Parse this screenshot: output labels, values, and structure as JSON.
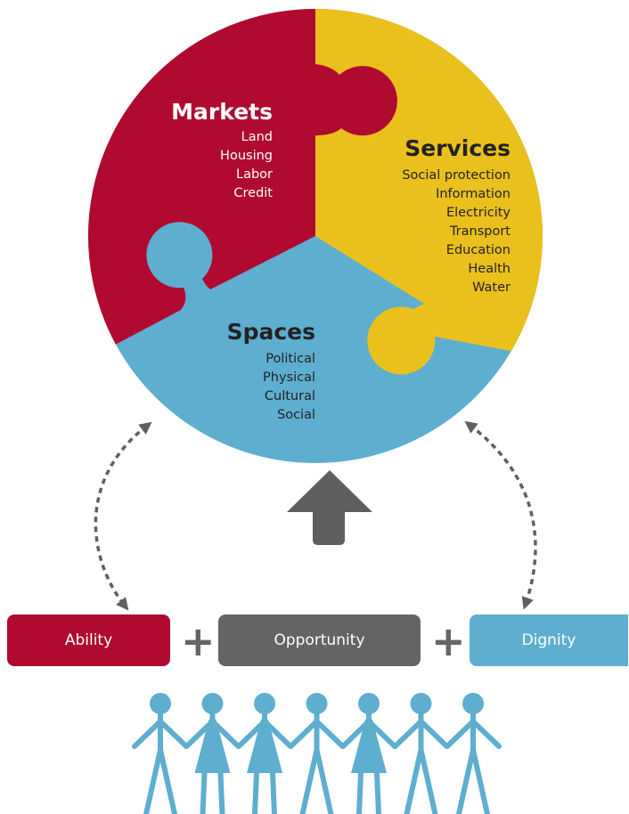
{
  "colors": {
    "markets": "#b00a30",
    "services": "#eac11c",
    "spaces": "#5eaed0",
    "opportunity": "#646466",
    "arrow": "#5f5f61",
    "people": "#5eaed0"
  },
  "markets": {
    "title": "Markets",
    "items": [
      "Land",
      "Housing",
      "Labor",
      "Credit"
    ]
  },
  "services": {
    "title": "Services",
    "items": [
      "Social protection",
      "Information",
      "Electricity",
      "Transport",
      "Education",
      "Health",
      "Water"
    ]
  },
  "spaces": {
    "title": "Spaces",
    "items": [
      "Political",
      "Physical",
      "Cultural",
      "Social"
    ]
  },
  "boxes": {
    "ability": "Ability",
    "opportunity": "Opportunity",
    "dignity": "Dignity"
  },
  "plus_sign": "+",
  "people": [
    "man",
    "woman",
    "woman",
    "man",
    "woman",
    "man",
    "man"
  ]
}
